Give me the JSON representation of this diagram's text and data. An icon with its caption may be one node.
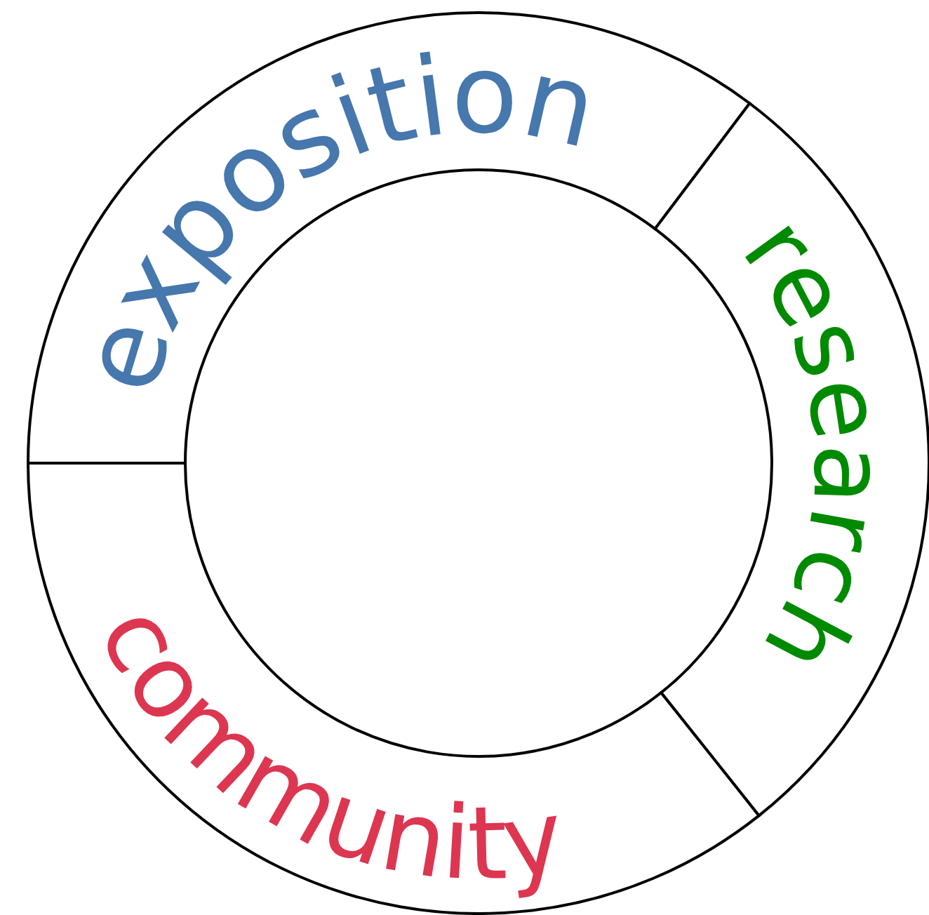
{
  "diagram": {
    "nodes": [
      {
        "text": [
          "exposition"
        ]
      },
      {
        "text": [
          "research"
        ]
      },
      {
        "text": [
          "community"
        ]
      }
    ],
    "edges": []
  }
}
